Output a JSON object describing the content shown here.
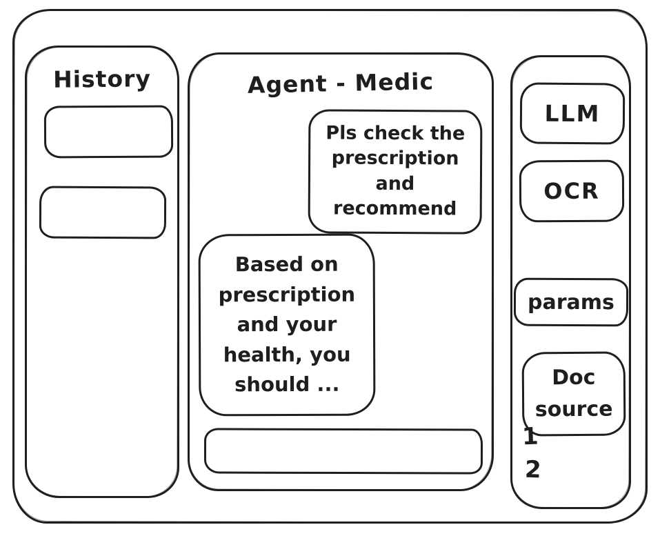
{
  "colors": {
    "stroke": "#1e1e1e",
    "background": "#ffffff"
  },
  "history": {
    "title": "History",
    "items": [
      {
        "label": ""
      },
      {
        "label": ""
      }
    ]
  },
  "chat": {
    "title": "Agent - Medic",
    "messages": [
      {
        "role": "user",
        "text": "Pls check the prescription and recommend"
      },
      {
        "role": "assistant",
        "text": "Based on prescription and your health, you should ..."
      }
    ],
    "input": {
      "value": "",
      "placeholder": ""
    }
  },
  "tools": {
    "buttons": [
      {
        "id": "llm",
        "label": "LLM"
      },
      {
        "id": "ocr",
        "label": "OCR"
      },
      {
        "id": "params",
        "label": "params"
      },
      {
        "id": "doc-source",
        "label": "Doc source"
      }
    ],
    "annotations": [
      {
        "label": "1"
      },
      {
        "label": "2"
      }
    ]
  }
}
